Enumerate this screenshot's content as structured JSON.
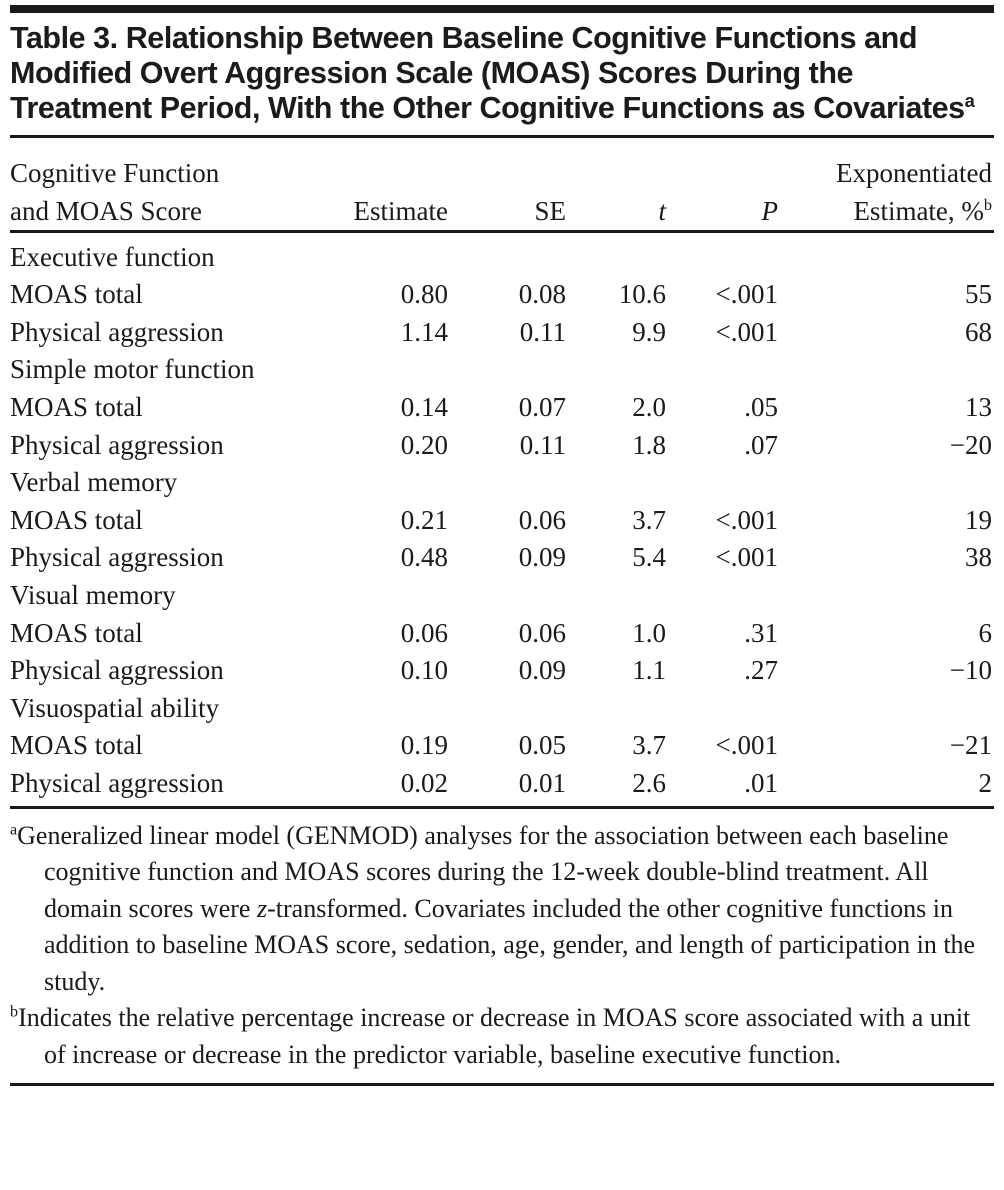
{
  "title": {
    "text": "Table 3. Relationship Between Baseline Cognitive Functions and Modified Overt Aggression Scale (MOAS) Scores During the Treatment Period, With the Other Cognitive Functions as Covariates",
    "footnote_marker": "a"
  },
  "header": {
    "label_line1": "Cognitive Function",
    "label_line2": "and MOAS Score",
    "estimate": "Estimate",
    "se": "SE",
    "t": "t",
    "p": "P",
    "exp_line1": "Exponentiated",
    "exp_line2": "Estimate, %",
    "exp_footnote_marker": "b"
  },
  "chart_data": {
    "type": "table",
    "title": "Table 3. Relationship Between Baseline Cognitive Functions and Modified Overt Aggression Scale (MOAS) Scores During the Treatment Period, With the Other Cognitive Functions as Covariates",
    "columns": [
      "Cognitive Function and MOAS Score",
      "Estimate",
      "SE",
      "t",
      "P",
      "Exponentiated Estimate, %"
    ],
    "groups": [
      {
        "label": "Executive function",
        "rows": [
          {
            "label": "MOAS total",
            "estimate": "0.80",
            "se": "0.08",
            "t": "10.6",
            "p": "<.001",
            "exp": "55"
          },
          {
            "label": "Physical aggression",
            "estimate": "1.14",
            "se": "0.11",
            "t": "9.9",
            "p": "<.001",
            "exp": "68"
          }
        ]
      },
      {
        "label": "Simple motor function",
        "rows": [
          {
            "label": "MOAS total",
            "estimate": "0.14",
            "se": "0.07",
            "t": "2.0",
            "p": ".05",
            "exp": "13"
          },
          {
            "label": "Physical aggression",
            "estimate": "0.20",
            "se": "0.11",
            "t": "1.8",
            "p": ".07",
            "exp": "−20"
          }
        ]
      },
      {
        "label": "Verbal memory",
        "rows": [
          {
            "label": "MOAS total",
            "estimate": "0.21",
            "se": "0.06",
            "t": "3.7",
            "p": "<.001",
            "exp": "19"
          },
          {
            "label": "Physical aggression",
            "estimate": "0.48",
            "se": "0.09",
            "t": "5.4",
            "p": "<.001",
            "exp": "38"
          }
        ]
      },
      {
        "label": "Visual memory",
        "rows": [
          {
            "label": "MOAS total",
            "estimate": "0.06",
            "se": "0.06",
            "t": "1.0",
            "p": ".31",
            "exp": "6"
          },
          {
            "label": "Physical aggression",
            "estimate": "0.10",
            "se": "0.09",
            "t": "1.1",
            "p": ".27",
            "exp": "−10"
          }
        ]
      },
      {
        "label": "Visuospatial ability",
        "rows": [
          {
            "label": "MOAS total",
            "estimate": "0.19",
            "se": "0.05",
            "t": "3.7",
            "p": "<.001",
            "exp": "−21"
          },
          {
            "label": "Physical aggression",
            "estimate": "0.02",
            "se": "0.01",
            "t": "2.6",
            "p": ".01",
            "exp": "2"
          }
        ]
      }
    ]
  },
  "footnotes": [
    {
      "marker": "a",
      "part1": "Generalized linear model (GENMOD) analyses for the association between each baseline cognitive function and MOAS scores during the 12-week double-blind treatment. All domain scores were ",
      "italic": "z",
      "part2": "-transformed. Covariates included the other cognitive functions in addition to baseline MOAS score, sedation, age, gender, and length of participation in the study."
    },
    {
      "marker": "b",
      "part1": "Indicates the relative percentage increase or decrease in MOAS score associated with a unit of increase or decrease in the predictor variable, baseline executive function.",
      "italic": "",
      "part2": ""
    }
  ]
}
